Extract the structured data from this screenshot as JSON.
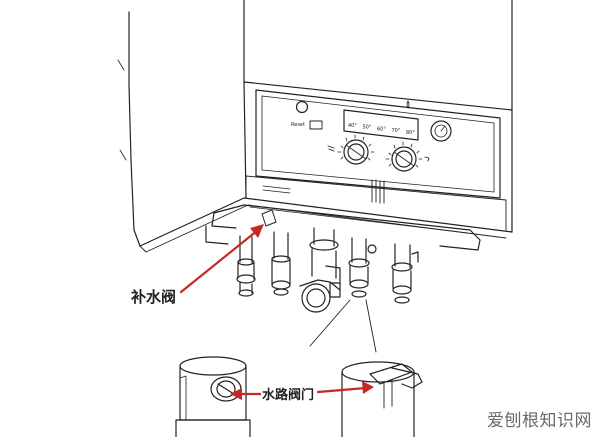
{
  "labels": {
    "refill_valve": "补水阀",
    "water_valve": "水路阀门"
  },
  "panel": {
    "temp_marks": [
      "40°",
      "50°",
      "60°",
      "70°",
      "80°"
    ]
  },
  "watermark": "爱刨根知识网",
  "colors": {
    "line": "#222222",
    "arrow": "#c62828",
    "background": "#ffffff"
  }
}
